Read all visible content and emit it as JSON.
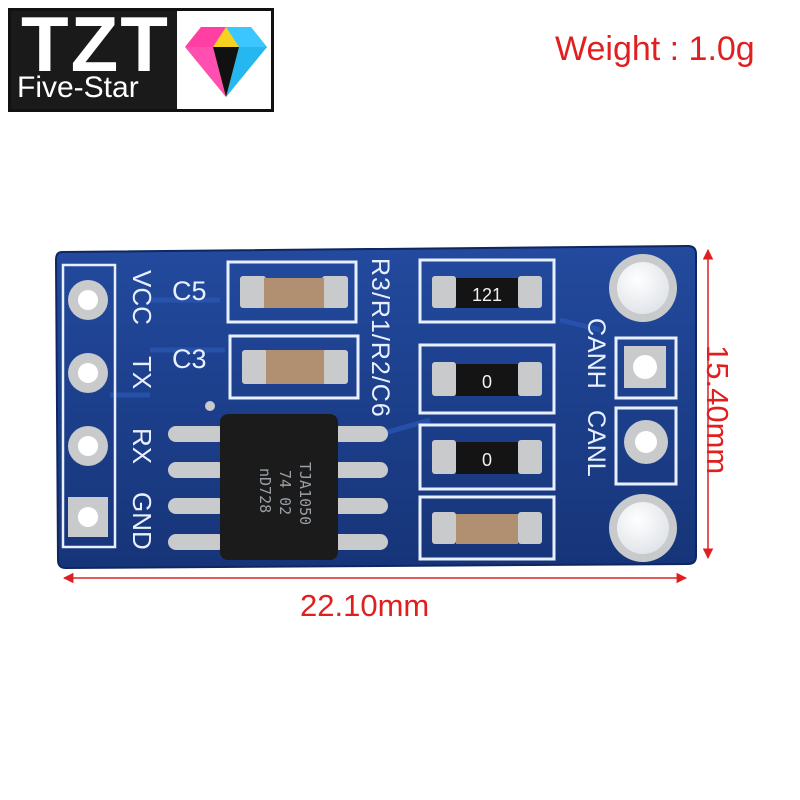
{
  "logo": {
    "main": "TZT",
    "sub": "Five-Star"
  },
  "weight_label": "Weight : 1.0g",
  "dimensions": {
    "width": "22.10mm",
    "height": "15.40mm"
  },
  "board": {
    "pin_labels": [
      "VCC",
      "TX",
      "RX",
      "GND"
    ],
    "cap_labels": [
      "C5",
      "C3"
    ],
    "resistor_label_lines": [
      "R3",
      "/",
      "R1",
      "/",
      "R2",
      "/",
      "C6"
    ],
    "can_labels": [
      "CANH",
      "CANL"
    ],
    "resistor_markings": [
      "121",
      "0",
      "0"
    ],
    "chip_lines": [
      "TJA1050",
      "74 02",
      "nD728"
    ]
  },
  "colors": {
    "pcb": "#1c3c8c",
    "silkscreen": "#e8f0ff",
    "dimension_red": "#e02020",
    "solder": "#c8cacc",
    "chip": "#1b1b1b"
  }
}
